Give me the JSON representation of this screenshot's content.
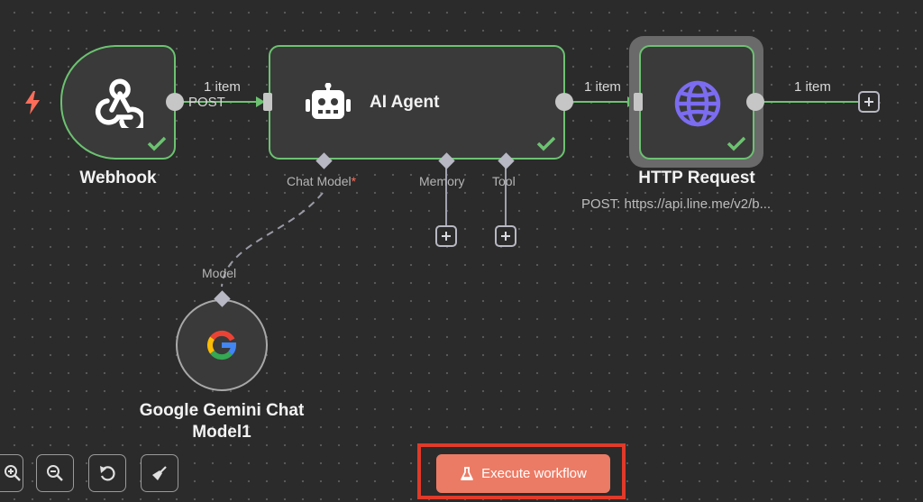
{
  "nodes": {
    "webhook": {
      "title": "Webhook",
      "output_label": "POST"
    },
    "ai_agent": {
      "title": "AI Agent",
      "ports": {
        "chat_model": "Chat Model",
        "chat_model_required": "*",
        "memory": "Memory",
        "tool": "Tool"
      }
    },
    "http_request": {
      "title": "HTTP Request",
      "subtitle": "POST: https://api.line.me/v2/b..."
    },
    "gemini": {
      "title_line1": "Google Gemini Chat",
      "title_line2": "Model1",
      "port_label": "Model"
    }
  },
  "edges": {
    "webhook_to_agent": "1 item",
    "agent_to_http": "1 item",
    "http_out": "1 item"
  },
  "toolbar": {
    "execute_label": "Execute workflow",
    "buttons": [
      "zoom-in",
      "zoom-out",
      "reset-zoom",
      "tidy-up"
    ]
  },
  "colors": {
    "canvas": "#2b2b2b",
    "node_border_success": "#6cc271",
    "execute_button": "#ec7b65",
    "highlight": "#e03a2a",
    "trigger_bolt": "#ff6d5a",
    "http_globe": "#7b6cf0"
  }
}
